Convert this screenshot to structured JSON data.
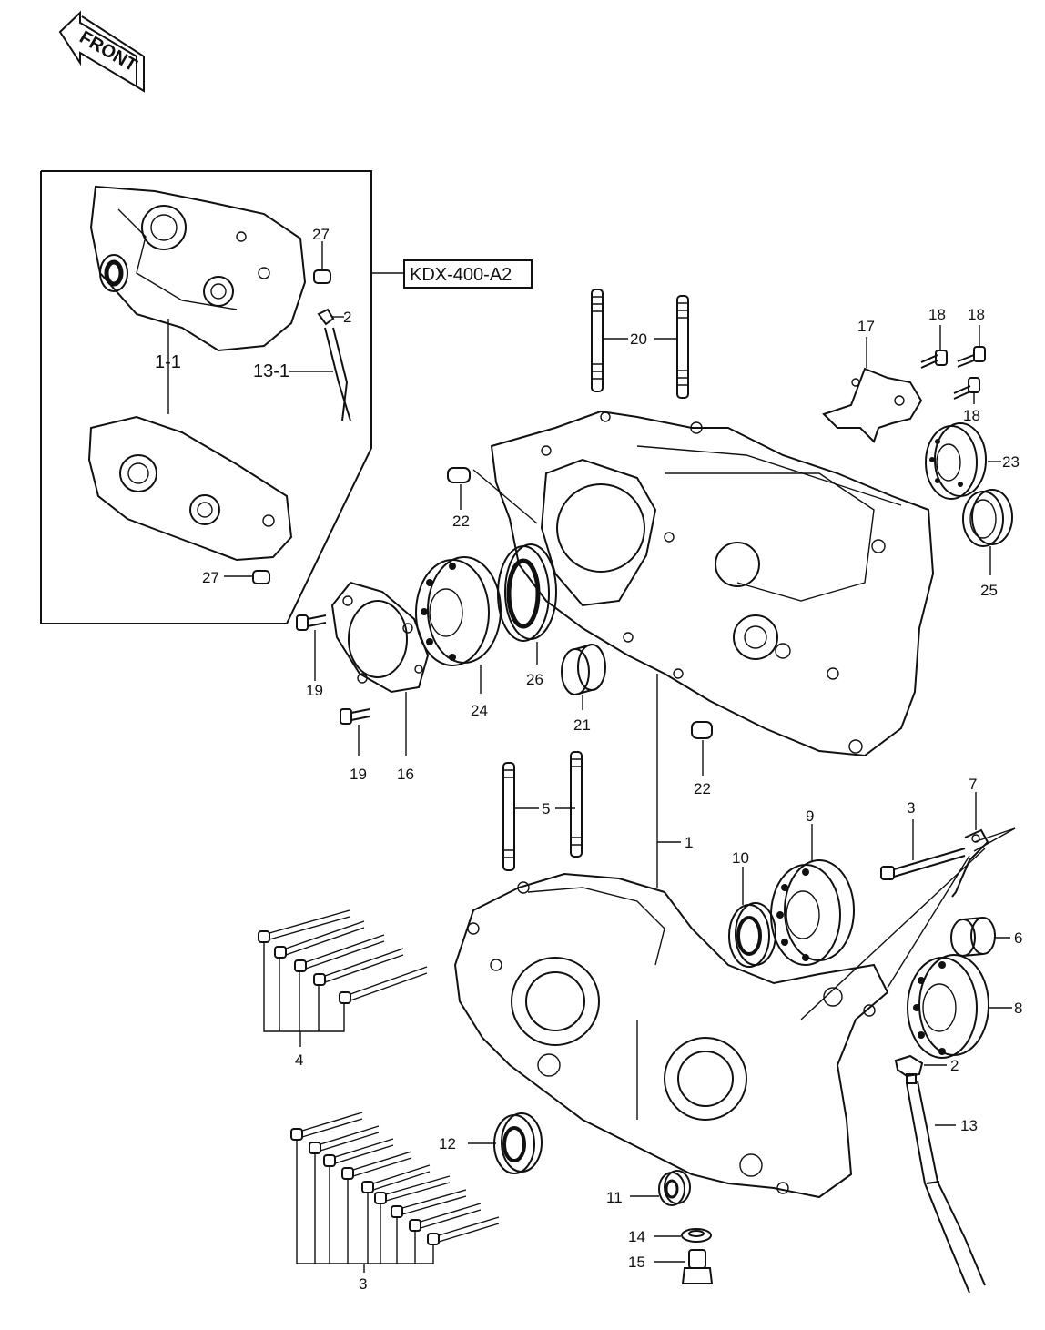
{
  "front_arrow": {
    "text": "FRONT"
  },
  "model_box": {
    "text": "KDX-400-A2"
  },
  "parts": {
    "p1": "1",
    "p1_1": "1-1",
    "p2": "2",
    "p3": "3",
    "p4": "4",
    "p5": "5",
    "p6": "6",
    "p7": "7",
    "p8": "8",
    "p9": "9",
    "p10": "10",
    "p11": "11",
    "p12": "12",
    "p13": "13",
    "p13_1": "13-1",
    "p14": "14",
    "p15": "15",
    "p16": "16",
    "p17": "17",
    "p18": "18",
    "p19": "19",
    "p20": "20",
    "p21": "21",
    "p22": "22",
    "p23": "23",
    "p24": "24",
    "p25": "25",
    "p26": "26",
    "p27": "27"
  }
}
